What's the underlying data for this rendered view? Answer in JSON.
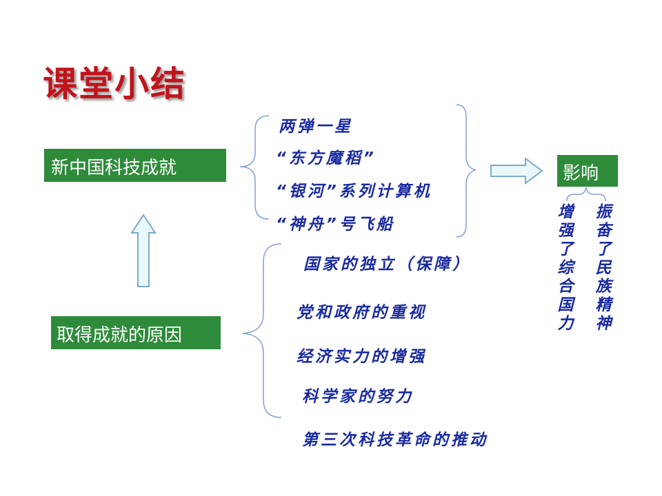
{
  "title": "课堂小结",
  "achievements_box": "新中国科技成就",
  "reasons_box": "取得成就的原因",
  "impact_box": "影响",
  "achievements": [
    "两弹一星",
    "“东方魔稻”",
    "“银河”系列计算机",
    "“神舟”号飞船"
  ],
  "reasons": [
    "国家的独立（保障）",
    "党和政府的重视",
    "经济实力的增强",
    "科学家的努力",
    "第三次科技革命的推动"
  ],
  "impacts": [
    "增强了综合国力",
    "振奋了民族精神"
  ],
  "colors": {
    "title": "#c0141c",
    "box_fill": "#2e8b3a",
    "box_text": "#ffffff",
    "item_text": "#1a2aa0",
    "arrow_fill": "#eaf8fb",
    "arrow_stroke": "#7aaac6"
  }
}
